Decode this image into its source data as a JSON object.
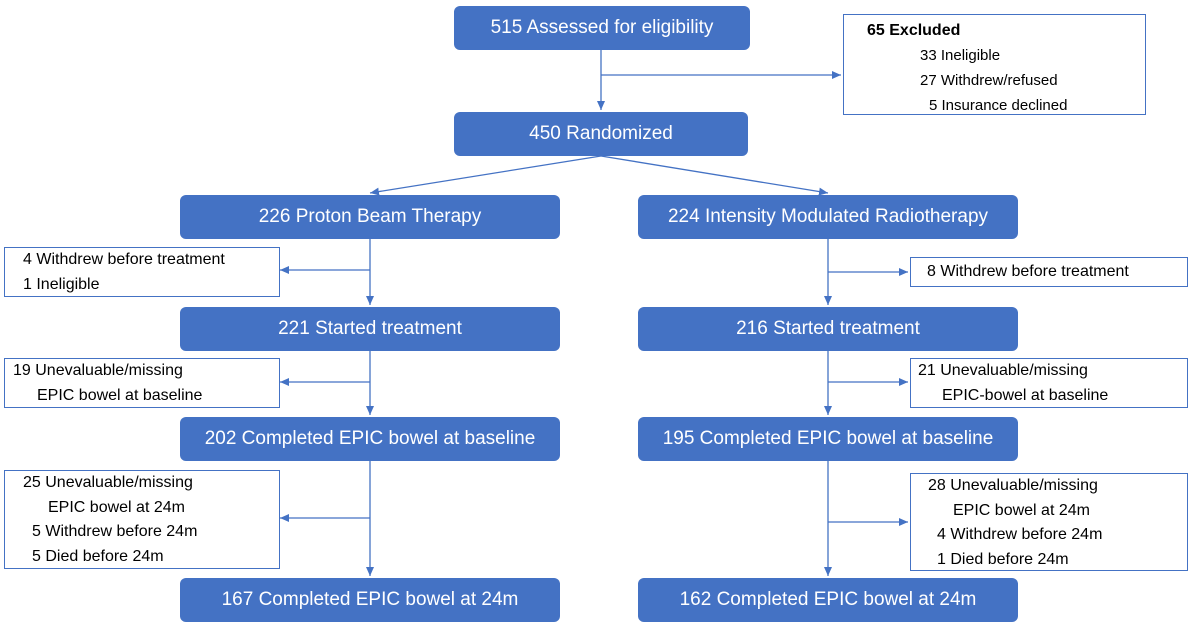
{
  "colors": {
    "box_fill": "#4472c4",
    "box_text": "#ffffff",
    "arrow": "#4472c4",
    "note_border": "#4472c4"
  },
  "top": {
    "assessed": "515 Assessed for eligibility",
    "randomized": "450 Randomized",
    "excluded": {
      "title": "65 Excluded",
      "lines": [
        "33 Ineligible",
        "27 Withdrew/refused",
        "5 Insurance declined"
      ]
    }
  },
  "left": {
    "arm": "226 Proton Beam Therapy",
    "started": "221 Started treatment",
    "baseline": "202 Completed EPIC bowel at baseline",
    "completed_24m": "167 Completed EPIC bowel at 24m",
    "excl_1": [
      "4 Withdrew before treatment",
      "1 Ineligible"
    ],
    "excl_2": [
      "19 Unevaluable/missing",
      "EPIC bowel at baseline"
    ],
    "excl_3": [
      "25 Unevaluable/missing",
      "EPIC bowel at 24m",
      "5 Withdrew before 24m",
      "5 Died before 24m"
    ]
  },
  "right": {
    "arm": "224 Intensity Modulated Radiotherapy",
    "started": "216 Started treatment",
    "baseline": "195 Completed EPIC bowel at baseline",
    "completed_24m": "162 Completed EPIC bowel at 24m",
    "excl_1": [
      "8 Withdrew before treatment"
    ],
    "excl_2": [
      "21 Unevaluable/missing",
      "EPIC-bowel at baseline"
    ],
    "excl_3": [
      "28 Unevaluable/missing",
      "EPIC bowel at 24m",
      "4 Withdrew before 24m",
      "1 Died before 24m"
    ]
  }
}
